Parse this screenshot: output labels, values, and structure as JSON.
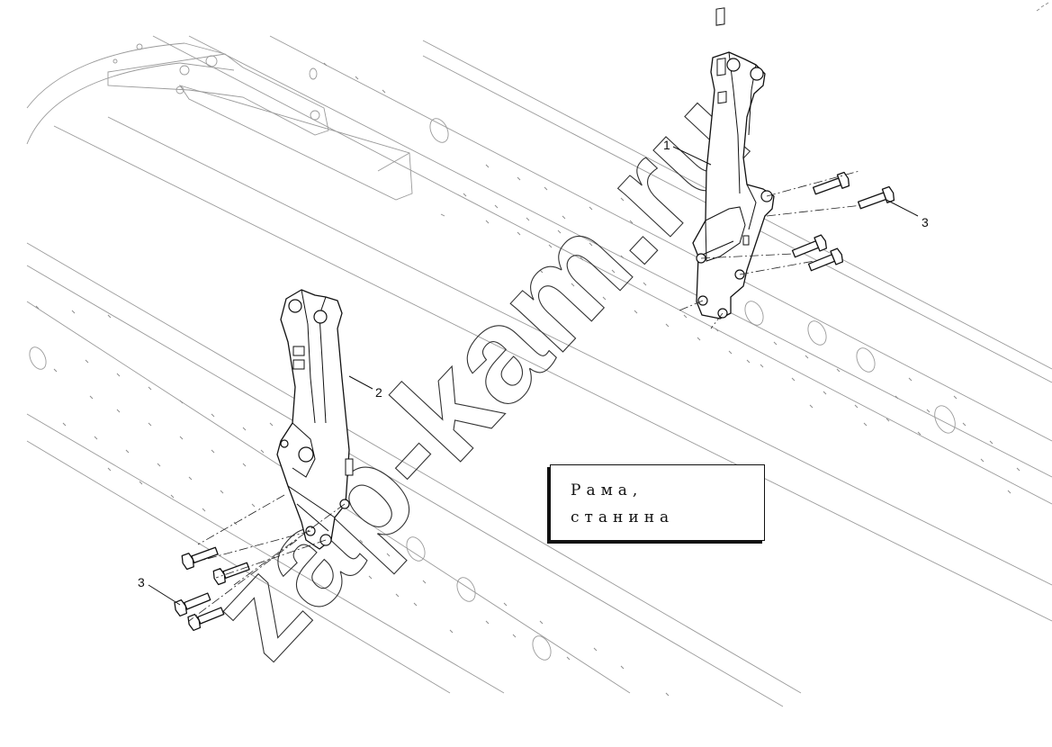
{
  "diagram": {
    "callouts": [
      {
        "id": "1",
        "label": "1"
      },
      {
        "id": "2",
        "label": "2"
      },
      {
        "id": "3a",
        "label": "3"
      },
      {
        "id": "3b",
        "label": "3"
      }
    ],
    "caption": {
      "line1": "Рама,",
      "line2": "станина"
    },
    "watermark": "zap-kam.ru"
  },
  "colors": {
    "ink": "#111111",
    "frame": "#9a9a9a",
    "background": "#ffffff"
  }
}
